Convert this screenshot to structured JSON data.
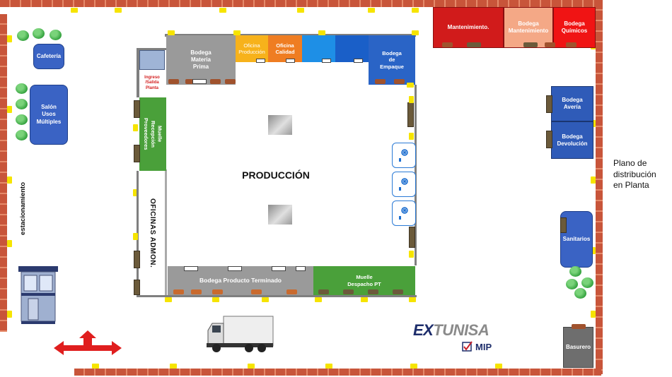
{
  "labels": {
    "produccion": "PRODUCCIÓN",
    "bodega_materia_prima": "Bodega\nMateria\nPrima",
    "oficina_produccion": "Oficina\nProducción",
    "oficina_calidad": "Oficina\nCalidad",
    "bodega_empaque": "Bodega\nde\nEmpaque",
    "ingreso_salida": "Ingreso\n/Salida\nPlanta",
    "muelle_recepcion": "Muelle\nRecepción\nProveedores",
    "oficinas_admon": "OFICINAS ADMON.",
    "bodega_producto_terminado": "Bodega Producto Terminado",
    "muelle_despacho": "Muelle\nDespacho PT",
    "mantenimiento": "Mantenimiento.",
    "bodega_mantenimiento": "Bodega\nMantenimiento",
    "bodega_quimicos": "Bodega\nQuímicos",
    "bodega_averia": "Bodega\nAvería",
    "bodega_devolucion": "Bodega\nDevolución",
    "sanitarios": "Sanitarios",
    "basurero": "Basurero",
    "cafeteria": "Cafetería",
    "salon": "Salón\nUsos\nMúltiples",
    "estacionamiento": "estacionamiento",
    "plano": "Plano de\ndistribución\nen Planta",
    "logo_ex": "EX",
    "logo_tunisa": "TUNISA",
    "logo_mip": "MIP"
  },
  "colors": {
    "brick": "#c8553a",
    "lamp": "#f6e400",
    "plant_wall": "#7f7f7f",
    "materia_prima": "#9a9a9a",
    "oficina_produccion": "#f7b21b",
    "oficina_calidad": "#ef7d22",
    "blue_light": "#1e8fe6",
    "blue_dark": "#1a5fc8",
    "empaque": "#2a64c6",
    "green": "#4aa03a",
    "mantenimiento": "#d11b1b",
    "bodega_mantenimiento": "#f4a886",
    "bodega_quimicos": "#f01414",
    "blue_room": "#2f5bb8",
    "logo_navy": "#1d2d6b",
    "logo_red": "#c8202a"
  },
  "icons": [
    "fan-icon",
    "machine-icon",
    "truck-icon",
    "guard-booth-icon",
    "checkbox-icon",
    "double-arrow-icon",
    "bush-icon"
  ]
}
